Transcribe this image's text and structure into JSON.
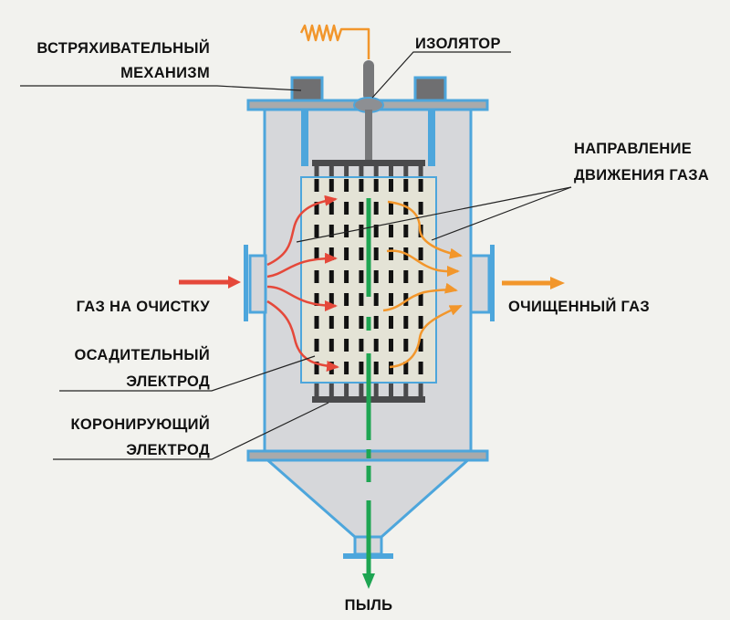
{
  "title": "Электрофильтр — схема устройства",
  "labels": {
    "shaking_mechanism_line1": "ВСТРЯХИВАТЕЛЬНЫЙ",
    "shaking_mechanism_line2": "МЕХАНИЗМ",
    "insulator": "ИЗОЛЯТОР",
    "gas_direction_line1": "НАПРАВЛЕНИЕ",
    "gas_direction_line2": "ДВИЖЕНИЯ ГАЗА",
    "gas_inlet": "ГАЗ НА ОЧИСТКУ",
    "gas_outlet": "ОЧИЩЕННЫЙ ГАЗ",
    "collecting_electrode_line1": "ОСАДИТЕЛЬНЫЙ",
    "collecting_electrode_line2": "ЭЛЕКТРОД",
    "corona_electrode_line1": "КОРОНИРУЮЩИЙ",
    "corona_electrode_line2": "ЭЛЕКТРОД",
    "dust": "ПЫЛЬ"
  },
  "grid": {
    "columns": 8,
    "rows": 9
  },
  "colors": {
    "background": "#f2f2ee",
    "housing_outline": "#4da6dc",
    "housing_fill": "#d6d7da",
    "flange_fill": "#a9aaab",
    "chamber_fill": "#e4e3d6",
    "electrode": "#111111",
    "corona_frame": "#4a4a4c",
    "insulator": "#77787a",
    "dirty_gas": "#e5483a",
    "clean_gas": "#f2962b",
    "dust_flow": "#1ea552",
    "high_voltage": "#f2962b"
  }
}
